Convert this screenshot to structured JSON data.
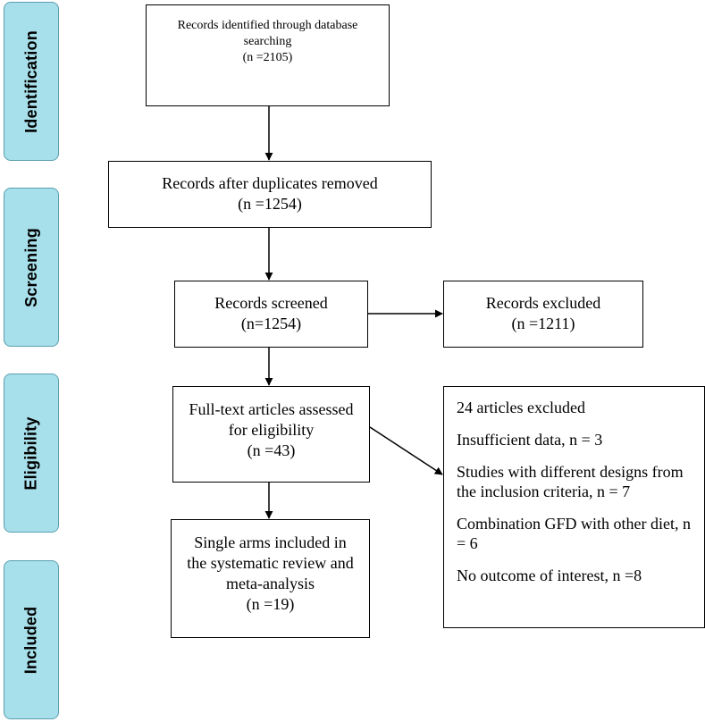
{
  "phases": {
    "identification": "Identification",
    "screening": "Screening",
    "eligibility": "Eligibility",
    "included": "Included"
  },
  "identified": {
    "line1": "Records identified through database",
    "line2": "searching",
    "count": "(n =2105)"
  },
  "dedup": {
    "line1": "Records after duplicates removed",
    "count": "(n =1254)"
  },
  "screened": {
    "line1": "Records screened",
    "count": "(n=1254)"
  },
  "excluded": {
    "line1": "Records excluded",
    "count": "(n =1211)"
  },
  "fulltext": {
    "line1": "Full-text articles assessed",
    "line2": "for eligibility",
    "count": "(n =43)"
  },
  "articles_excluded": {
    "header": "24 articles excluded",
    "reasons": [
      "Insufficient data, n = 3",
      "Studies with different designs from the inclusion criteria, n = 7",
      "Combination GFD with other diet, n = 6",
      "No outcome of interest, n =8"
    ]
  },
  "included": {
    "line1": "Single arms included in",
    "line2": "the systematic review and",
    "line3": "meta-analysis",
    "count": "(n =19)"
  }
}
